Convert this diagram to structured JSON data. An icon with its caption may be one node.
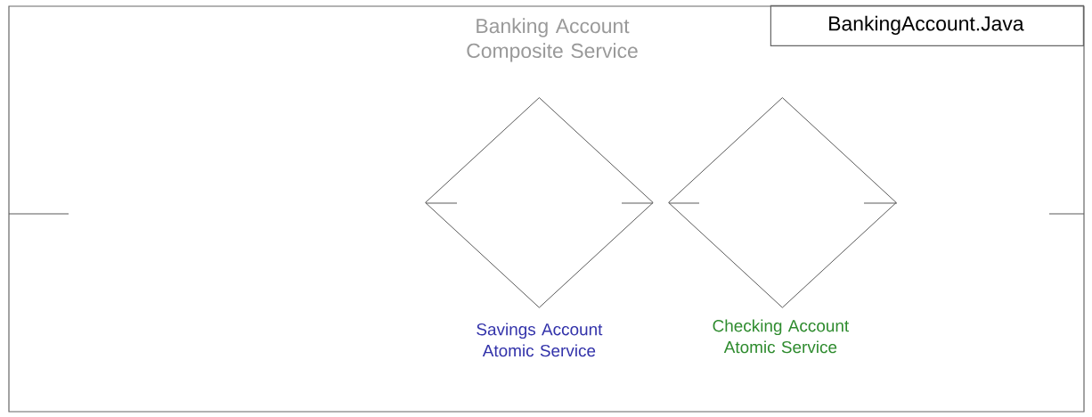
{
  "diagram": {
    "nodes": [
      {
        "text": [
          "Banking Account Composite Service"
        ]
      },
      {
        "text": [
          "BankingAccount.Java"
        ],
        "in": 0
      },
      {
        "text": [],
        "shape": "diamond",
        "in": 0,
        "beside": [
          "Savings Account Atomic Service"
        ]
      },
      {
        "text": [],
        "shape": "diamond",
        "in": 0,
        "beside": [
          "Checking Account Atomic Service"
        ]
      }
    ]
  }
}
